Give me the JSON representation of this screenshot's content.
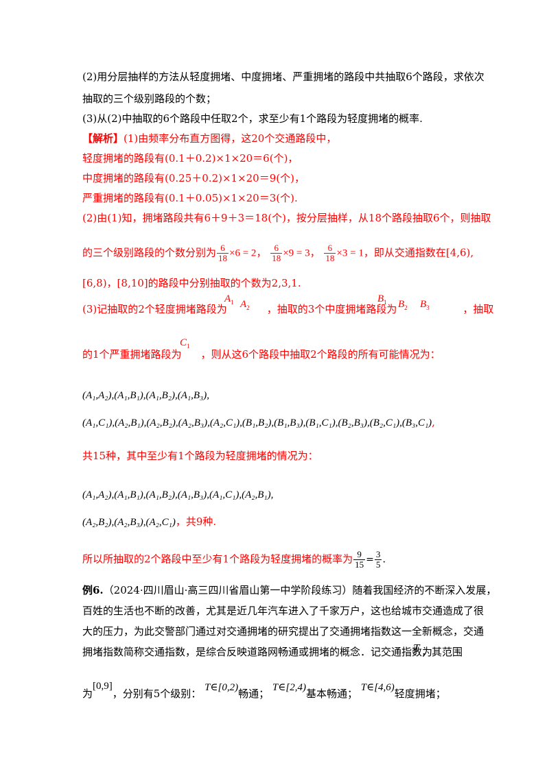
{
  "q2": "(2)用分层抽样的方法从轻度拥堵、中度拥堵、严重拥堵的路段中共抽取6个路段，求依次",
  "q2b": "抽取的三个级别路段的个数；",
  "q3": "(3)从(2)中抽取的6个路段中任取2个，求至少有1个路段为轻度拥堵的概率.",
  "sol_tag": "【解析】",
  "sol1": "(1)由频率分布直方图得，这20个交通路段中，",
  "sol1a": "轻度拥堵的路段有(0.1＋0.2)×1×20＝6(个)，",
  "sol1b": "中度拥堵的路段有(0.25＋0.2)×1×20＝9(个)，",
  "sol1c": "严重拥堵的路段有(0.1＋0.05)×1×20＝3(个).",
  "sol2": "(2)由(1)知，拥堵路段共有6＋9＋3＝18(个)，按分层抽样，从18个路段抽取6个，则抽取",
  "sol2b_pre": "的三个级别路段的个数分别为",
  "sol2b_post": "，即从交通指数在[4,6),",
  "sol2c": "[6,8)，[8,10]的路段中分别抽取的个数为2,3,1.",
  "f1": {
    "n": "6",
    "d": "18",
    "rest": "×6 = 2"
  },
  "f2": {
    "n": "6",
    "d": "18",
    "rest": "×9 = 3"
  },
  "f3": {
    "n": "6",
    "d": "18",
    "rest": "×3 = 1"
  },
  "sol3_pre": "(3)记抽取的2个轻度拥堵路段为",
  "sol3_mid": "，抽取的3个中度拥堵路段为",
  "sol3_post": "，抽取",
  "sol3b_pre": "的1个严重拥堵路段为",
  "sol3b_post": "，则从这6个路段中抽取2个路段的所有可能情况为：",
  "pairs1": "(A₁,A₂),(A₁,B₁),(A₁,B₂),(A₁,B₃),",
  "pairs2": "(A₁,C₁),(A₂,B₁),(A₂,B₂),(A₂,B₃),(A₂,C₁),(B₁,B₂),(B₁,B₃),(B₁,C₁),(B₂,B₃),(B₂,C₁),(B₃,C₁)",
  "pairs2_end": ",",
  "total": "共15种，其中至少有1个路段为轻度拥堵的情况为：",
  "pairs3": "(A₁,A₂),(A₁,B₁),(A₁,B₂),(A₁,B₃),(A₁,C₁),(A₂,B₁),",
  "pairs4": "(A₂,B₂),(A₂,B₃),(A₂,C₁)",
  "pairs4_end": "，共9种.",
  "concl_pre": "所以所抽取的2个路段中至少有1个路段为轻度拥堵的概率为",
  "concl_f1": {
    "n": "9",
    "d": "15"
  },
  "concl_f2": {
    "n": "3",
    "d": "5"
  },
  "ex_label": "例6.",
  "ex1": "（2024·四川眉山·高三四川省眉山第一中学阶段练习）随着我国经济的不断深入发展，",
  "ex2": "百姓的生活也不断的改善，尤其是近几年汽车进入了千家万户，这也给城市交通造成了很",
  "ex3": "大的压力，为此交警部门通过对交通拥堵的研究提出了交通拥堵指数这一全新概念，交通",
  "ex4": "拥堵指数简称交通指数，是综合反映道路网畅通或拥堵的概念．记交通指数为",
  "ex4_T": "T",
  "ex4_post": "，其范围",
  "ex5_pre": "为",
  "ex5_range": "[0,9]",
  "ex5_a": "，分别有5个级别：",
  "ex5_i1": "T∈[0,2)",
  "ex5_l1": "畅通；",
  "ex5_i2": "T∈[2,4)",
  "ex5_l2": "基本畅通；",
  "ex5_i3": "T∈[4,6)",
  "ex5_l3": "轻度拥堵；",
  "A1": "A",
  "A2": "A",
  "B1": "B",
  "B2": "B",
  "B3": "B",
  "C1": "C",
  "sub1": "1",
  "sub2": "2",
  "sub3": "3",
  "colors": {
    "answer": "#ff0000",
    "text": "#000000"
  }
}
